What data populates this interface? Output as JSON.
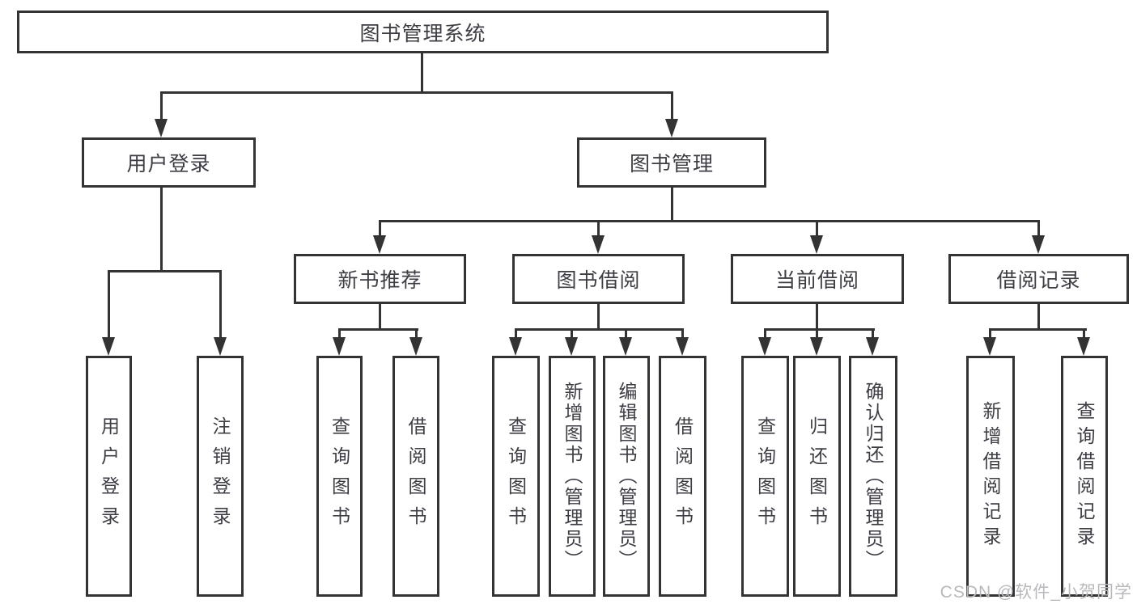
{
  "tree": {
    "label": "图书管理系统",
    "children": [
      {
        "label": "用户登录",
        "children": [
          {
            "label": "用户登录"
          },
          {
            "label": "注销登录"
          }
        ]
      },
      {
        "label": "图书管理",
        "children": [
          {
            "label": "新书推荐",
            "children": [
              {
                "label": "查询图书"
              },
              {
                "label": "借阅图书"
              }
            ]
          },
          {
            "label": "图书借阅",
            "children": [
              {
                "label": "查询图书"
              },
              {
                "label": "新增图书（管理员）"
              },
              {
                "label": "编辑图书（管理员）"
              },
              {
                "label": "借阅图书"
              }
            ]
          },
          {
            "label": "当前借阅",
            "children": [
              {
                "label": "查询图书"
              },
              {
                "label": "归还图书"
              },
              {
                "label": "确认归还（管理员）"
              }
            ]
          },
          {
            "label": "借阅记录",
            "children": [
              {
                "label": "新增借阅记录"
              },
              {
                "label": "查询借阅记录"
              }
            ]
          }
        ]
      }
    ]
  },
  "watermark": {
    "text": "CSDN @软件_小贺同学"
  },
  "colors": {
    "line": "#333333",
    "text": "#3d3d44",
    "watermark": "#b9b9bd",
    "background": "#ffffff"
  }
}
